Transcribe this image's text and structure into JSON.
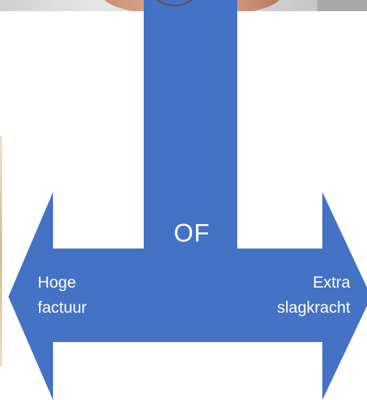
{
  "diagram": {
    "center_label": "OF",
    "left_label": [
      "Hoge",
      "factuur"
    ],
    "right_label": [
      "Extra",
      "slagkracht"
    ],
    "colors": {
      "arrow_fill": "#4472c4",
      "background": "#ffffff",
      "text": "#ffffff"
    },
    "shape": "T-shaped double-headed arrow",
    "photo": "cropped-portrait-top"
  }
}
